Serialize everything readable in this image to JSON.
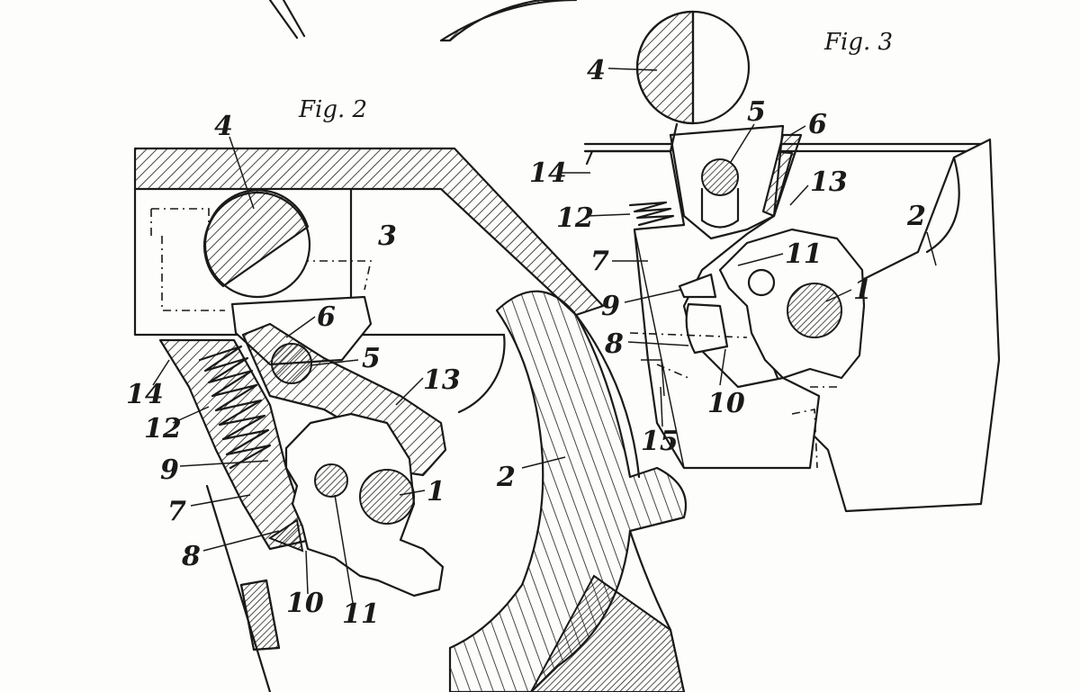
{
  "figures": [
    {
      "id": "fig2",
      "title": "Fig. 2",
      "labels": [
        "4",
        "3",
        "6",
        "5",
        "13",
        "14",
        "12",
        "9",
        "7",
        "8",
        "1",
        "2",
        "10",
        "11"
      ]
    },
    {
      "id": "fig3",
      "title": "Fig. 3",
      "labels": [
        "4",
        "5",
        "6",
        "14",
        "13",
        "12",
        "2",
        "7",
        "11",
        "1",
        "9",
        "8",
        "10",
        "15"
      ]
    }
  ]
}
